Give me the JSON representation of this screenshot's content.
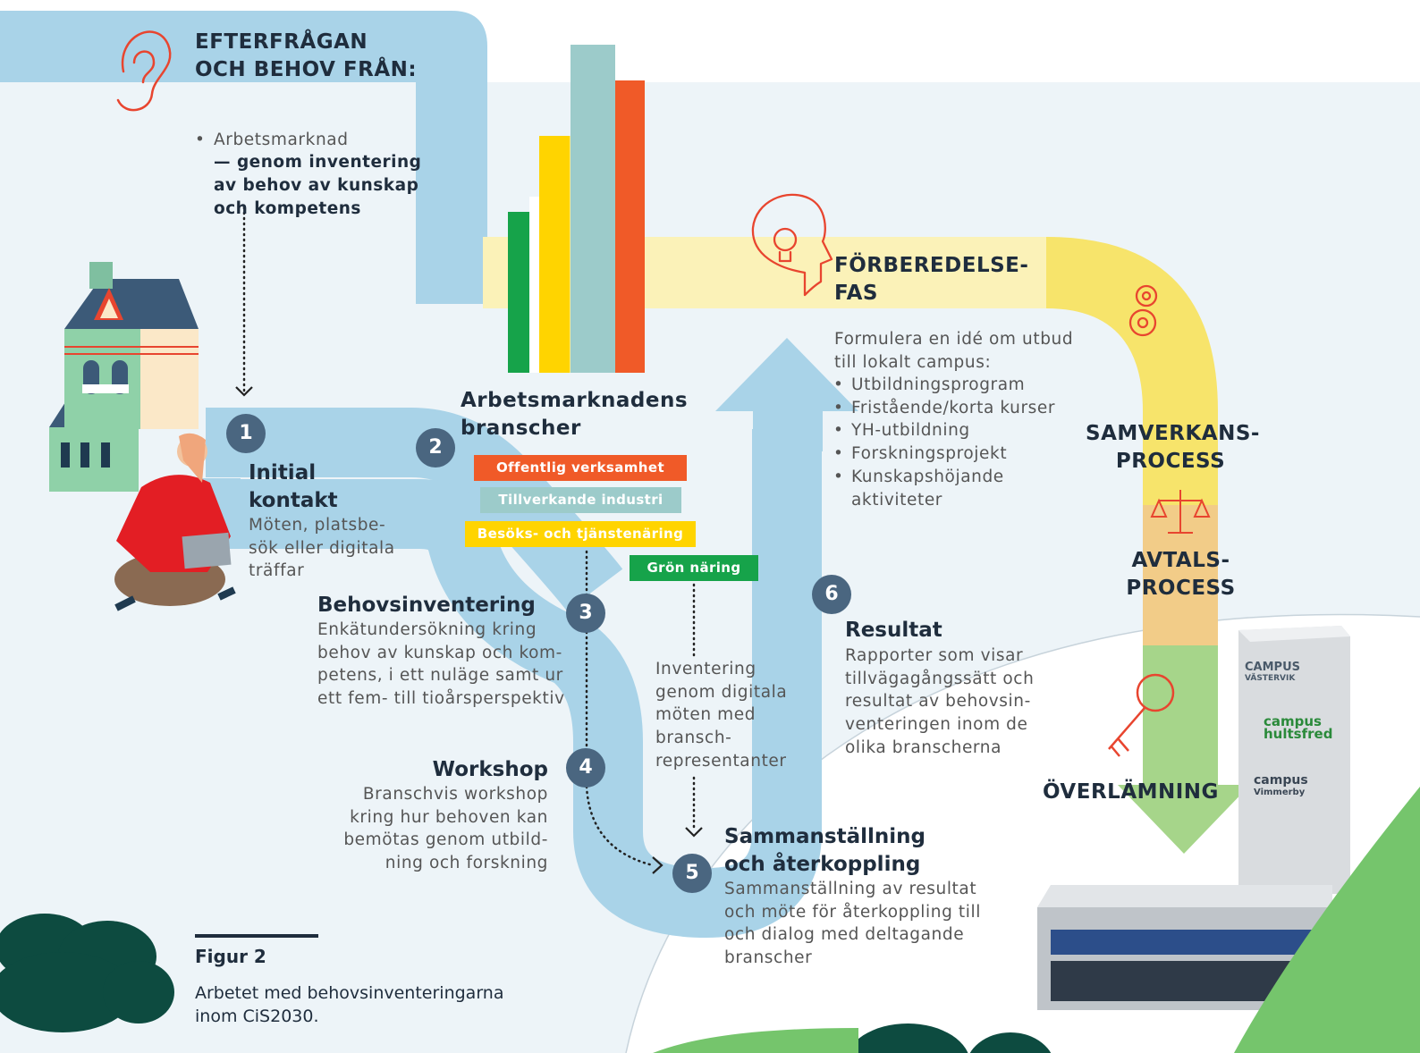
{
  "demand": {
    "title_line1": "EFTERFRÅGAN",
    "title_line2": "OCH BEHOV FRÅN:",
    "bullet_lead": "Arbetsmarknad",
    "bullet_rest": "— genom inventering\nav behov av kunskap\noch kompetens"
  },
  "prep": {
    "title_line1": "FÖRBEREDELSE-",
    "title_line2": "FAS",
    "intro": "Formulera en idé om utbud\ntill lokalt campus:",
    "items": [
      "Utbildningsprogram",
      "Fristående/korta kurser",
      "YH-utbildning",
      "Forskningsprojekt",
      "Kunskapshöjande\naktiviteter"
    ]
  },
  "samverkan": {
    "line1": "SAMVERKANS-",
    "line2": "PROCESS"
  },
  "avtal": {
    "line1": "AVTALS-",
    "line2": "PROCESS"
  },
  "overlamning": "ÖVERLÄMNING",
  "industries": {
    "title_line1": "Arbetsmarknadens",
    "title_line2": "branscher",
    "labels": [
      "Offentlig verksamhet",
      "Tillverkande industri",
      "Besöks- och tjänstenäring",
      "Grön näring"
    ]
  },
  "steps": [
    {
      "num": "1",
      "title": "Initial\nkontakt",
      "text": "Möten, platsbe-\nsök eller digitala\nträffar"
    },
    {
      "num": "2"
    },
    {
      "num": "3",
      "title": "Behovsinventering",
      "text": "Enkätundersökning kring\nbehov av kunskap och kom-\npetens, i ett nuläge samt ur\nett fem- till tioårsperspektiv"
    },
    {
      "num": "4",
      "title": "Workshop",
      "text": "Branschvis workshop\nkring hur behoven kan\nbemötas genom utbild-\nning och forskning"
    },
    {
      "num": "5",
      "title": "Sammanställning\noch återkoppling",
      "text": "Sammanställning av resultat\noch möte för återkoppling till\noch dialog med deltagande\nbranscher"
    },
    {
      "num": "6",
      "title": "Resultat",
      "text": "Rapporter som visar\ntillvägagångssätt och\nresultat av behovsin-\nventeringen inom de\nolika branscherna"
    }
  ],
  "inventory_note": "Inventering\ngenom digitala\nmöten med\nbransch-\nrepresentanter",
  "figure": {
    "label": "Figur 2",
    "caption": "Arbetet med behovsinventeringarna\ninom CiS2030."
  },
  "campus_signs": [
    "CAMPUS",
    "VÄSTERVIK",
    "campus",
    "hultsfred",
    "campus",
    "Vimmerby"
  ],
  "colors": {
    "flow_blue": "#a9d3e8",
    "flow_yellow": "#fbf2b8",
    "flow_gold": "#f7e46b",
    "flow_orange": "#f2cc88",
    "flow_green": "#a6d58a",
    "accent_red": "#e8452f",
    "step_blue": "#4a6680",
    "bar_orange": "#f05a28",
    "bar_teal": "#9ccbca",
    "bar_yellow": "#ffd400",
    "bar_green": "#16a34a"
  }
}
